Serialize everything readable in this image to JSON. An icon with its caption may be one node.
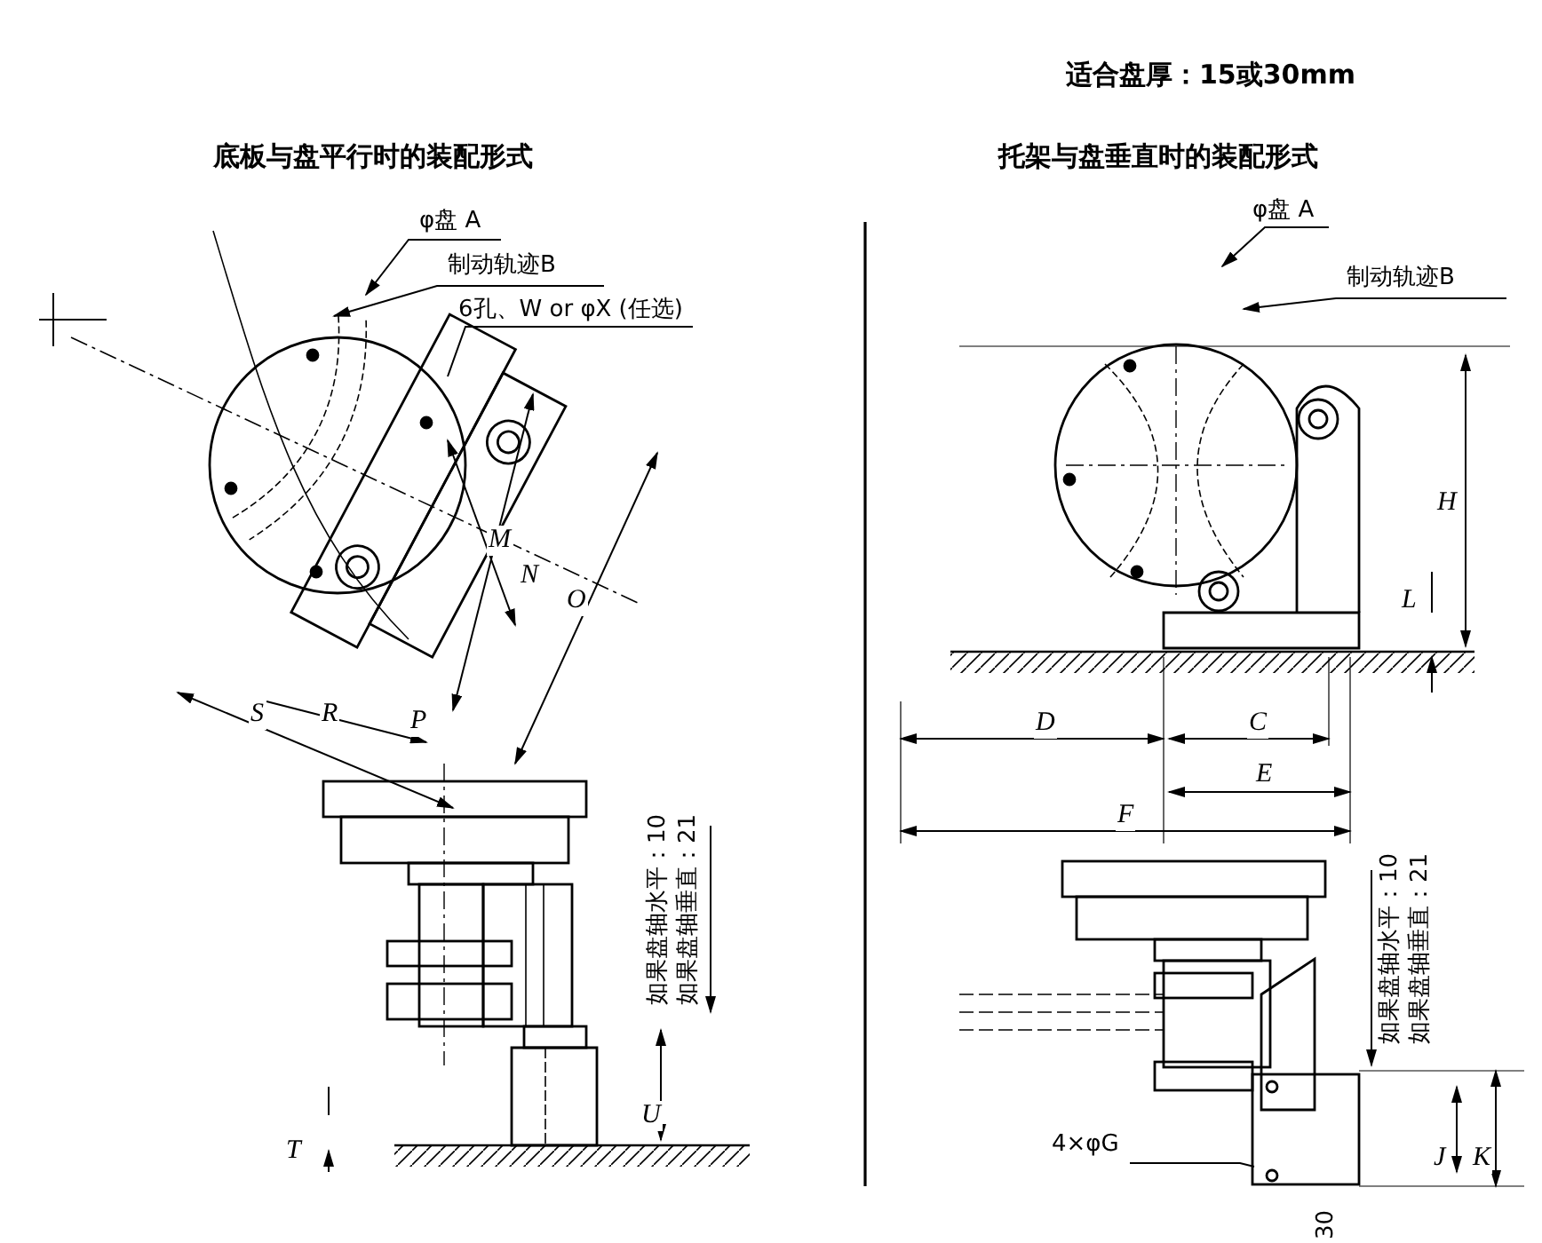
{
  "diagram": {
    "nodes": [
      {
        "text": [
          "φ盘 A"
        ]
      },
      {
        "text": [
          "制动轨迹B"
        ]
      },
      {
        "text": [
          "6孔、W or φX (任选)"
        ]
      },
      {
        "text": [
          "φ盘 A"
        ]
      },
      {
        "text": [
          "制动轨迹B"
        ]
      },
      {
        "text": [
          "4×φG"
        ]
      }
    ],
    "edges": [
      {
        "from": 0,
        "to": null,
        "arrow": "to"
      },
      {
        "from": 1,
        "to": null,
        "arrow": "to"
      },
      {
        "from": 2,
        "to": null,
        "arrow": "none"
      },
      {
        "from": 3,
        "to": null,
        "arrow": "to"
      },
      {
        "from": 4,
        "to": null,
        "arrow": "to"
      },
      {
        "from": 5,
        "to": null,
        "arrow": "none"
      }
    ],
    "labels": [
      "适合盘厚：15或30mm",
      "底板与盘平行时的装配形式",
      "托架与盘垂直时的装配形式",
      "M",
      "N",
      "O",
      "S",
      "R",
      "P",
      "如果盘轴水平：10",
      "如果盘轴垂直：21",
      "T",
      "U",
      "H",
      "L",
      "D",
      "C",
      "E",
      "F",
      "如果盘轴水平：10",
      "如果盘轴垂直：21",
      "J",
      "K",
      "30"
    ]
  }
}
